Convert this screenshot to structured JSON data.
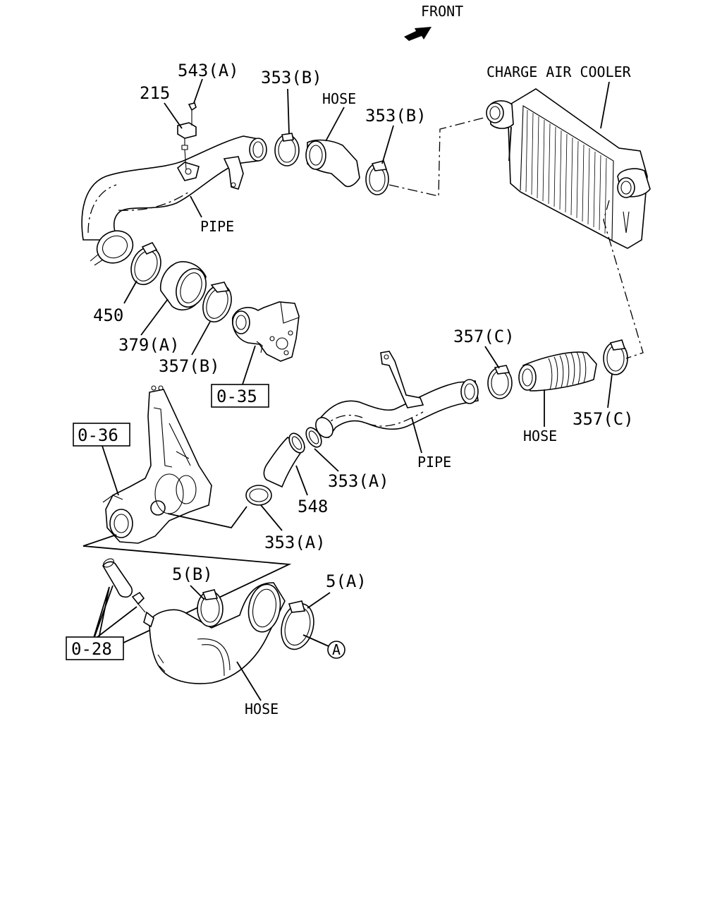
{
  "diagram": {
    "front_label": "FRONT",
    "labels": {
      "part_543A": "543(A)",
      "part_215": "215",
      "part_353B_1": "353(B)",
      "hose_top": "HOSE",
      "part_353B_2": "353(B)",
      "charge_air_cooler": "CHARGE AIR COOLER",
      "pipe_upper": "PIPE",
      "part_450": "450",
      "part_379A": "379(A)",
      "part_357B": "357(B)",
      "ref_035": "0-35",
      "part_357C_1": "357(C)",
      "hose_right": "HOSE",
      "part_357C_2": "357(C)",
      "pipe_lower": "PIPE",
      "part_353A_1": "353(A)",
      "part_548": "548",
      "ref_036": "0-36",
      "part_353A_2": "353(A)",
      "part_5B": "5(B)",
      "part_5A": "5(A)",
      "circle_A": "A",
      "ref_028": "0-28",
      "hose_bottom": "HOSE"
    }
  }
}
